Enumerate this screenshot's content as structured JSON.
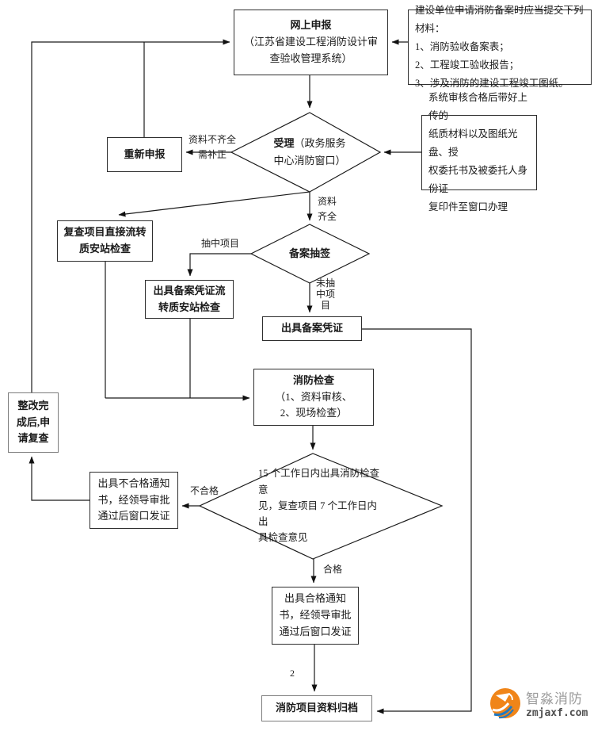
{
  "page": {
    "background": "#ffffff",
    "line_color": "#1a1a1a"
  },
  "nodes": {
    "online_declare": {
      "title": "网上申报",
      "line1": "（江苏省建设工程消防设计审",
      "line2": "查验收管理系统）"
    },
    "materials": {
      "line1": "建设单位申请消防备案时应当提交下列材料：",
      "line2": "1、消防验收备案表；",
      "line3": "2、工程竣工验收报告；",
      "line4": "3、涉及消防的建设工程竣工图纸。"
    },
    "redeclare": {
      "label": "重新申报"
    },
    "accept": {
      "bold": "受理",
      "rest1": "（政务服务",
      "line2": "中心消防窗口）"
    },
    "sys_audit": {
      "line1": "系统审核合格后带好上传的",
      "line2": "纸质材料以及图纸光盘、授",
      "line3": "权委托书及被委托人身份证",
      "line4": "复印件至窗口办理"
    },
    "recheck_direct": {
      "line1": "复查项目直接流转",
      "line2": "质安站检查"
    },
    "lottery": {
      "label": "备案抽签"
    },
    "issue_cert_transfer": {
      "line1": "出具备案凭证流",
      "line2": "转质安站检查"
    },
    "issue_cert": {
      "label": "出具备案凭证"
    },
    "fire_inspection": {
      "title": "消防检查",
      "line1": "（1、资料审核、",
      "line2": "2、现场检查）"
    },
    "rectify": {
      "line1": "整改完",
      "line2": "成后,申",
      "line3": "请复查"
    },
    "issue_fail": {
      "line1": "出具不合格通知",
      "line2": "书，经领导审批",
      "line3": "通过后窗口发证"
    },
    "result": {
      "line1": "15 个工作日内出具消防检查意",
      "line2": "见，复查项目 7 个工作日内出",
      "line3": "具检查意见"
    },
    "issue_pass": {
      "line1": "出具合格通知",
      "line2": "书，经领导审批",
      "line3": "通过后窗口发证"
    },
    "archive": {
      "label": "消防项目资料归档"
    }
  },
  "edge_labels": {
    "incomplete1": "资料不齐全",
    "incomplete2": "需补正",
    "complete1": "资料",
    "complete2": "齐全",
    "selected": "抽中项目",
    "not_selected1": "未抽",
    "not_selected2": "中项",
    "not_selected3": "目",
    "fail": "不合格",
    "pass": "合格",
    "page_number": "2"
  },
  "logo": {
    "name": "智淼消防",
    "url": "zmjaxf.com",
    "orange": "#f08519",
    "blue": "#2079c2",
    "name_color": "#9b9b9b",
    "url_color": "#4f4f4f"
  }
}
